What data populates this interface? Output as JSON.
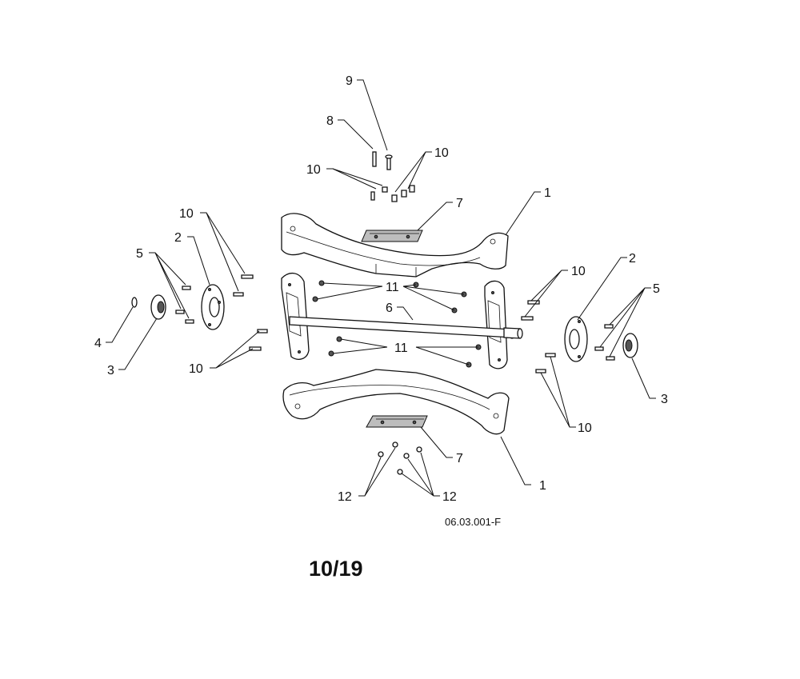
{
  "callouts": {
    "c1_top": "1",
    "c1_bottom": "1",
    "c2_left": "2",
    "c2_right": "2",
    "c3_left": "3",
    "c3_right": "3",
    "c4": "4",
    "c5_left": "5",
    "c5_right": "5",
    "c6": "6",
    "c7_top": "7",
    "c7_bottom": "7",
    "c8": "8",
    "c9": "9",
    "c10_top_left": "10",
    "c10_top_right": "10",
    "c10_left_upper": "10",
    "c10_left_lower": "10",
    "c10_right_upper": "10",
    "c10_right_lower": "10",
    "c11_upper": "11",
    "c11_lower": "11",
    "c12_left": "12",
    "c12_right": "12"
  },
  "drawing_number": "06.03.001-F",
  "page_label": "10/19"
}
